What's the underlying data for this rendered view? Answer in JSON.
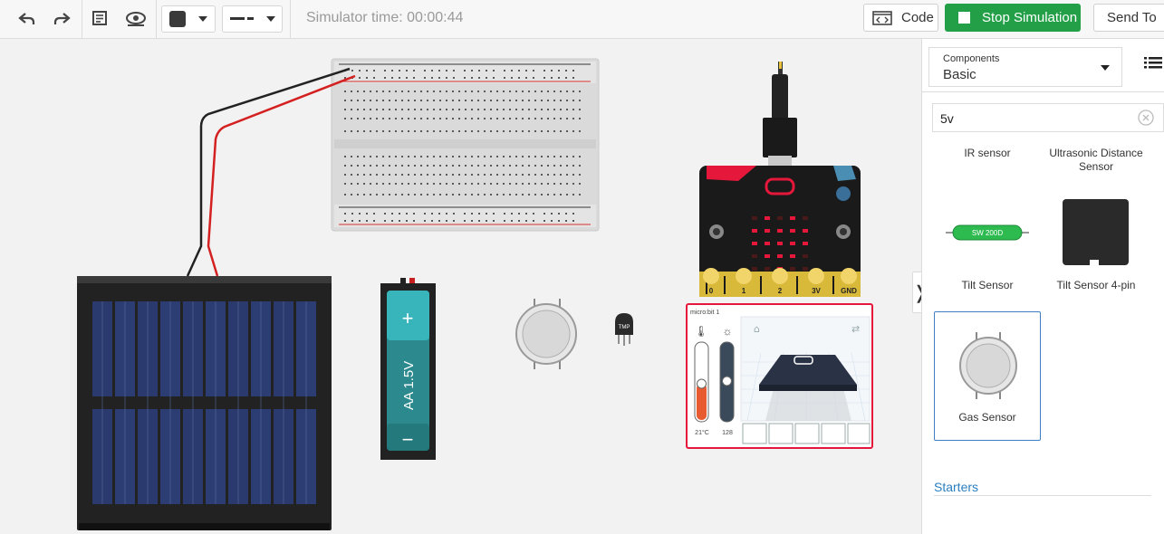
{
  "toolbar": {
    "sim_time": "Simulator time: 00:00:44",
    "code_label": "Code",
    "stop_label": "Stop Simulation",
    "send_label": "Send To"
  },
  "panel": {
    "components_label": "Components",
    "components_value": "Basic",
    "search_value": "5v",
    "tiles": [
      {
        "label": "IR sensor"
      },
      {
        "label": "Ultrasonic Distance Sensor"
      },
      {
        "label": "Tilt Sensor",
        "badge": "SW 200D"
      },
      {
        "label": "Tilt Sensor 4-pin"
      },
      {
        "label": "Gas Sensor"
      }
    ],
    "starters": "Starters"
  },
  "canvas": {
    "battery_label": "AA 1.5V",
    "tmp_label": "TMP",
    "microbit_pins": [
      "0",
      "1",
      "2",
      "3V",
      "GND"
    ],
    "sim_panel": {
      "title": "micro:bit 1",
      "temp": "21°C",
      "light": "128"
    }
  },
  "colors": {
    "stop_button": "#23a047",
    "microbit_red": "#e5173b",
    "wire_red": "#d42020"
  }
}
